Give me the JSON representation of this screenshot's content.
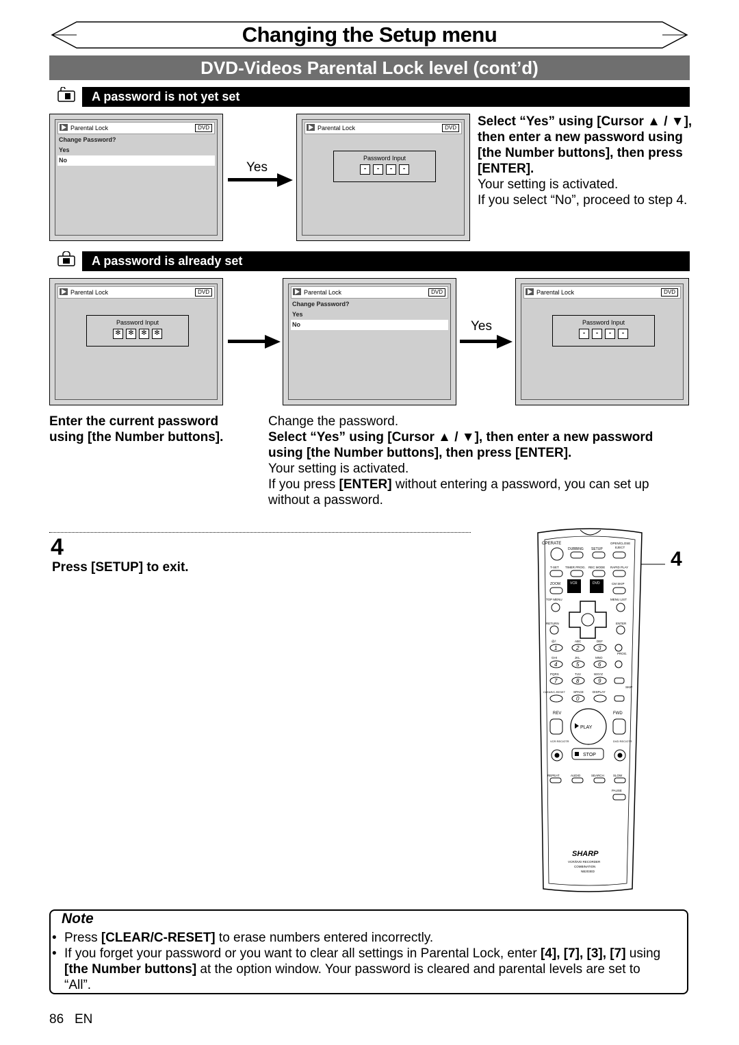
{
  "header": {
    "title": "Changing the Setup menu",
    "section": "DVD-Videos Parental Lock level (cont’d)"
  },
  "section_not_set": {
    "heading": "A password is not yet set",
    "screen1": {
      "title": "Parental Lock",
      "tag": "DVD",
      "menu": [
        "Change Password?",
        "Yes",
        "No"
      ]
    },
    "arrow_label": "Yes",
    "screen2": {
      "title": "Parental Lock",
      "tag": "DVD",
      "box_label": "Password Input",
      "digits": [
        "-",
        "-",
        "-",
        "-"
      ]
    },
    "instruction_bold": "Select “Yes” using [Cursor ▲ / ▼], then enter a new password using [the Number buttons], then press [ENTER].",
    "line1": "Your setting is activated.",
    "line2": "If you select “No”, proceed to step 4."
  },
  "section_already_set": {
    "heading": "A password is already set",
    "screen1": {
      "title": "Parental Lock",
      "tag": "DVD",
      "box_label": "Password Input",
      "digits": [
        "✻",
        "✻",
        "✻",
        "✻"
      ]
    },
    "screen2": {
      "title": "Parental Lock",
      "tag": "DVD",
      "menu": [
        "Change Password?",
        "Yes",
        "No"
      ]
    },
    "arrow_label": "Yes",
    "screen3": {
      "title": "Parental Lock",
      "tag": "DVD",
      "box_label": "Password Input",
      "digits": [
        "-",
        "-",
        "-",
        "-"
      ]
    },
    "left_caption_1": "Enter the current password",
    "left_caption_2": "using [the Number buttons].",
    "right_line1": "Change the password.",
    "right_bold1": "Select “Yes” using [Cursor ▲ / ▼], then enter a new password",
    "right_bold2": "using [the Number buttons], then press [ENTER].",
    "right_line2": "Your setting is activated.",
    "right_line3_pre": "If you press ",
    "right_line3_key": "[ENTER]",
    "right_line3_post": " without entering a password, you can set up",
    "right_line4": "without a password."
  },
  "step4": {
    "number": "4",
    "text": "Press [SETUP] to exit.",
    "callout": "4"
  },
  "remote": {
    "brand": "SHARP",
    "model_line1": "VCR/DVD RECORDER",
    "model_line2": "COMBINATION",
    "model_line3": "NB203ED",
    "labels": {
      "operate": "OPERATE",
      "dubbing": "DUBBING",
      "setup": "SETUP",
      "open_close": "OPEN/CLOSE",
      "eject": "EJECT",
      "tset": "T-SET",
      "timer_prog": "TIMER PROG.",
      "rec_mode": "REC MODE",
      "rapid_play": "RAPID PLAY",
      "zoom": "ZOOM",
      "vcr": "VCR",
      "dvd": "DVD",
      "cm_skip": "CM SKIP",
      "top_menu": "TOP MENU",
      "menu_list": "MENU LIST",
      "return": "RETURN",
      "enter": "ENTER",
      "prog": "PROG.",
      "skip": "SKIP",
      "clear": "CLEAR/C-RESET",
      "space": "SPACE",
      "display": "DISPLAY",
      "rev": "REV",
      "fwd": "FWD",
      "play": "PLAY",
      "stop": "STOP",
      "vcr_rec": "VCR REC/OTR",
      "dvd_rec": "DVD REC/OTR",
      "repeat": "REPEAT",
      "audio": "AUDIO",
      "search": "SEARCH",
      "slow": "SLOW",
      "pause": "PAUSE",
      "k_abc": "ABC",
      "k_def": "DEF",
      "k_ghi": "GHI",
      "k_jkl": "JKL",
      "k_mno": "MNO",
      "k_pqrs": "PQRS",
      "k_tuv": "TUV",
      "k_wxyz": "WXYZ",
      "k_sym": "@/:"
    },
    "numbers": [
      "1",
      "2",
      "3",
      "4",
      "5",
      "6",
      "7",
      "8",
      "9",
      "0"
    ]
  },
  "note": {
    "title": "Note",
    "item1_pre": "Press ",
    "item1_key": "[CLEAR/C-RESET]",
    "item1_post": " to erase numbers entered incorrectly.",
    "item2_pre": "If you forget your password or you want to clear all settings in Parental Lock, enter ",
    "item2_keys": "[4], [7], [3], [7]",
    "item2_mid": " using",
    "item2_key2": "[the Number buttons]",
    "item2_post": " at the option window. Your password is cleared and parental levels are set to",
    "item2_end": "“All”.",
    "bullet": "•"
  },
  "footer": {
    "page": "86",
    "lang": "EN"
  }
}
